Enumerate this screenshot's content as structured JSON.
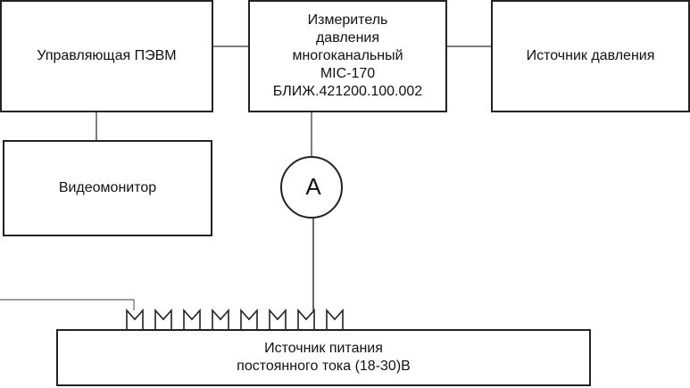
{
  "blocks": {
    "control_pc": {
      "label": "Управляющая ПЭВМ"
    },
    "pressure_meter": {
      "lines": [
        "Измеритель",
        "давления",
        "многоканальный",
        "MIC-170",
        "БЛИЖ.421200.100.002"
      ]
    },
    "pressure_source": {
      "label": "Источник давления"
    },
    "video_monitor": {
      "label": "Видеомонитор"
    },
    "ammeter": {
      "label": "A"
    },
    "power_supply": {
      "lines": [
        "Источник питания",
        "постоянного тока (18-30)В"
      ]
    }
  },
  "terminal_count": 8
}
